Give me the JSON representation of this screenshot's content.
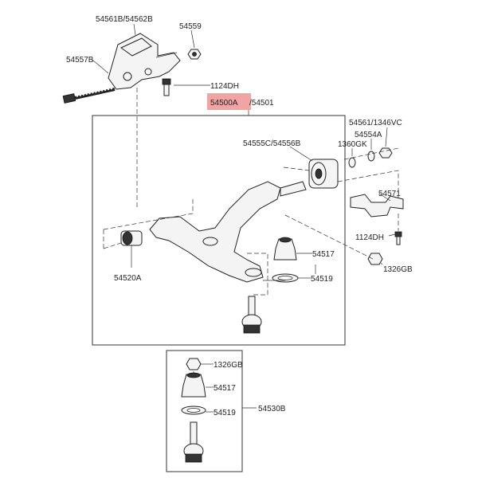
{
  "diagram": {
    "highlight_color": "#f2a3a3",
    "labels": {
      "p54561b_54562b": "54561B/54562B",
      "p54559": "54559",
      "p54557b": "54557B",
      "p1124dh_top": "1124DH",
      "p54500a": "54500A",
      "p54501": "/54501",
      "p54561_1346vc": "54561/1346VC",
      "p54554a": "54554A",
      "p1360gk": "1360GK",
      "p54555c_54556b": "54555C/54556B",
      "p54571": "54571",
      "p1124dh_right": "1124DH",
      "p1326gb_right": "1326GB",
      "p54517": "54517",
      "p54519": "54519",
      "p54520a": "54520A",
      "p1326gb_bottom": "1326GB",
      "p54517_bottom": "54517",
      "p54519_bottom": "54519",
      "p54530b": "54530B"
    }
  }
}
